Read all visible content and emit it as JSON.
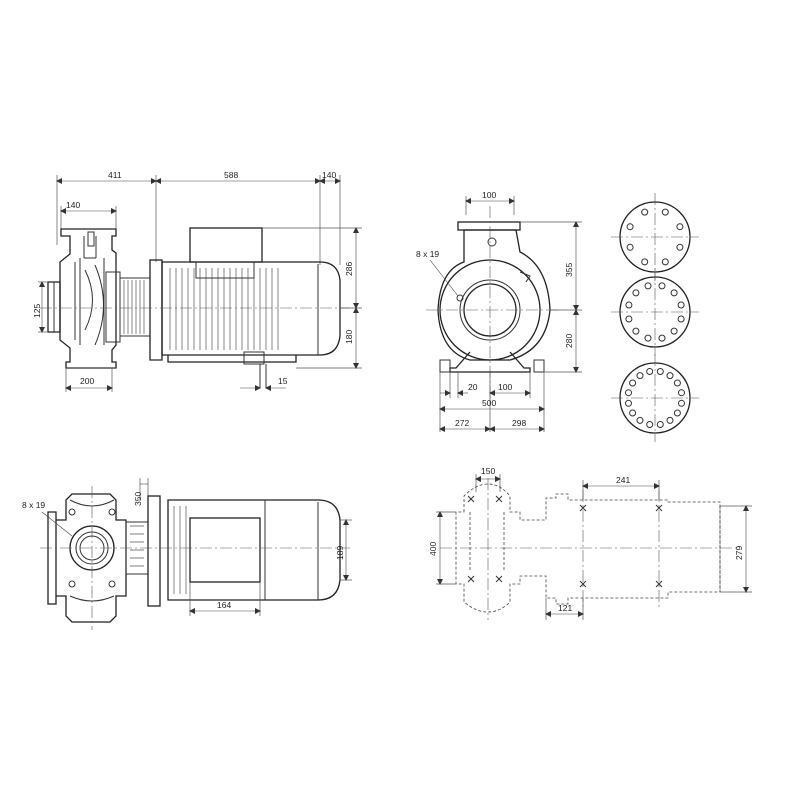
{
  "views": {
    "side": {
      "dims": {
        "d411": "411",
        "d588": "588",
        "d140_top": "140",
        "d140_flange": "140",
        "d125": "125",
        "d200": "200",
        "d286": "286",
        "d180": "180",
        "d15": "15"
      }
    },
    "front": {
      "dims": {
        "d100_top": "100",
        "hole_note": "8 x 19",
        "d355": "355",
        "d280": "280",
        "d20": "20",
        "d100_bottom": "100",
        "d500": "500",
        "d272": "272",
        "d298": "298"
      }
    },
    "top": {
      "dims": {
        "hole_note": "8 x 19",
        "d350": "350",
        "d189": "189",
        "d164": "164"
      }
    },
    "foundation": {
      "dims": {
        "d150": "150",
        "d241": "241",
        "d400": "400",
        "d279": "279",
        "d121": "121"
      }
    },
    "flanges": {
      "items": [
        {
          "name": "flange-8-hole",
          "holes": 8
        },
        {
          "name": "flange-12-hole",
          "holes": 12
        },
        {
          "name": "flange-16-hole",
          "holes": 16
        }
      ]
    }
  }
}
